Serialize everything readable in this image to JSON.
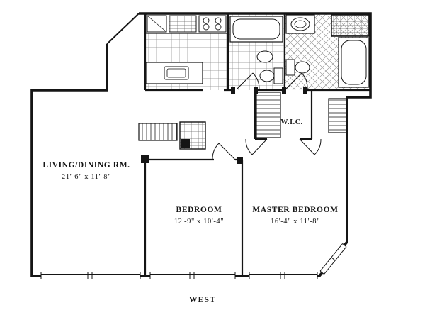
{
  "plan": {
    "rooms": {
      "living": {
        "name": "LIVING/DINING RM.",
        "dims": "21'-6\" x 11'-8\""
      },
      "bedroom": {
        "name": "BEDROOM",
        "dims": "12'-9\" x 10'-4\""
      },
      "master": {
        "name": "MASTER BEDROOM",
        "dims": "16'-4\" x 11'-8\""
      },
      "wic": {
        "name": "W.I.C."
      }
    },
    "compass": "WEST",
    "colors": {
      "ink": "#151515",
      "paper": "#ffffff"
    }
  }
}
